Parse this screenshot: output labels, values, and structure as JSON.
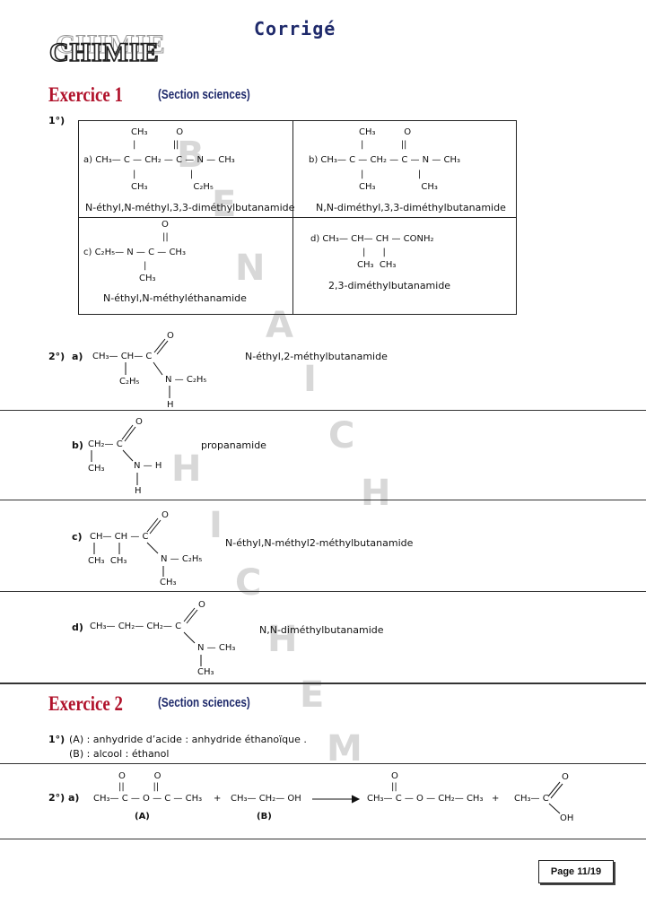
{
  "header": {
    "corrige": "Corrigé",
    "logo_text": "CHIMIE"
  },
  "watermark": [
    "B",
    "E",
    "N",
    "A",
    "I",
    "C",
    "H",
    "H",
    "I",
    "C",
    "H",
    "E",
    "M"
  ],
  "exercice1": {
    "title": "Exercice 1",
    "subtitle": "(Section sciences)",
    "q1_label": "1°)",
    "cells": {
      "a": {
        "row1": "CH₃          O",
        "row2": "|             ||",
        "row3": "a) CH₃— C — CH₂ — C — N — CH₃",
        "row4": "|                   |",
        "row5": "CH₃                C₂H₅",
        "name": "N-éthyl,N-méthyl,3,3-diméthylbutanamide"
      },
      "b": {
        "row1": "CH₃          O",
        "row2": "|             ||",
        "row3": "b) CH₃— C — CH₂ — C — N — CH₃",
        "row4": "|                   |",
        "row5": "CH₃                CH₃",
        "name": "N,N-diméthyl,3,3-diméthylbutanamide"
      },
      "c": {
        "row1": "O",
        "row2": "||",
        "row3": "c) C₂H₅— N — C — CH₃",
        "row4": "|",
        "row5": "CH₃",
        "name": "N-éthyl,N-méthyléthanamide"
      },
      "d": {
        "row1": "d) CH₃— CH— CH — CONH₂",
        "row2": "|      |",
        "row3": "CH₃  CH₃",
        "name": "2,3-diméthylbutanamide"
      }
    },
    "q2_label": "2°)",
    "q2": {
      "a": {
        "label": "a)",
        "o": "O",
        "main": "CH₃— CH— C",
        "sub": "C₂H₅",
        "n": "N — C₂H₅",
        "h": "H",
        "name": "N-éthyl,2-méthylbutanamide"
      },
      "b": {
        "label": "b)",
        "o": "O",
        "main": "CH₂— C",
        "sub": "CH₃",
        "n": "N — H",
        "h": "H",
        "name": "propanamide"
      },
      "c": {
        "label": "c)",
        "o": "O",
        "main": "CH— CH — C",
        "sub": "CH₃  CH₃",
        "n": "N — C₂H₅",
        "h": "CH₃",
        "name": "N-éthyl,N-méthyl2-méthylbutanamide"
      },
      "d": {
        "label": "d)",
        "o": "O",
        "main": "CH₃— CH₂— CH₂— C",
        "n": "N — CH₃",
        "h": "CH₃",
        "name": "N,N-diméthylbutanamide"
      }
    }
  },
  "exercice2": {
    "title": "Exercice 2",
    "subtitle": "(Section sciences)",
    "q1_label": "1°)",
    "a_line": "(A) : anhydride d’acide : anhydride éthanoïque .",
    "b_line": "(B) : alcool : éthanol",
    "q2_label": "2°) a)",
    "eq_o_row": "O          O",
    "eq_dbl_row": "||          ||",
    "eq_left": "CH₃— C — O — C — CH₃",
    "plus1": "+",
    "ethanol": "CH₃— CH₂— OH",
    "ester_o": "O",
    "ester_dbl": "||",
    "ester": "CH₃— C — O — CH₂— CH₃",
    "plus2": "+",
    "acid": "CH₃— C",
    "acid_o": "O",
    "acid_oh": "OH",
    "label_a": "(A)",
    "label_b": "(B)"
  },
  "footer": {
    "page": "Page 11/19"
  }
}
